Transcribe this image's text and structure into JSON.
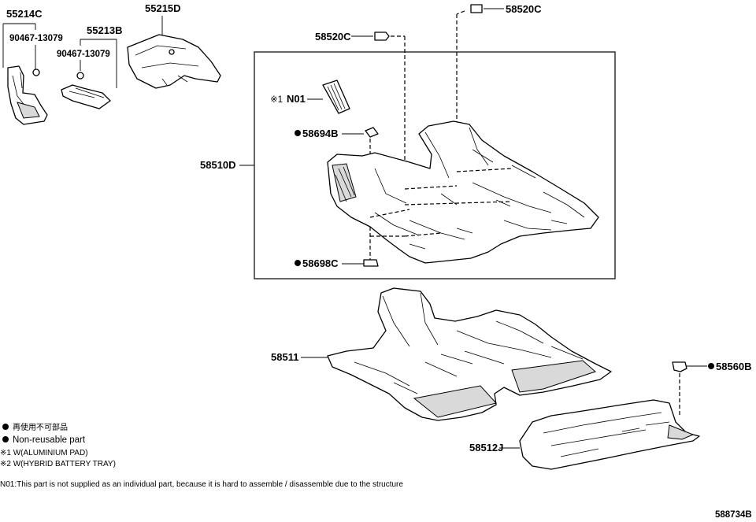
{
  "callouts": {
    "p55214C": "55214C",
    "p90467_a": "90467-13079",
    "p55213B": "55213B",
    "p90467_b": "90467-13079",
    "p55215D": "55215D",
    "p58520C_top": "58520C",
    "p58520C_mid": "58520C",
    "n01": "N01",
    "n01_prefix": "※1",
    "p58694B": "58694B",
    "p58510D": "58510D",
    "p58698C": "58698C",
    "p58511": "58511",
    "p58560B": "58560B",
    "p58512J": "58512J"
  },
  "legend": {
    "jp_nonreusable": "再使用不可部品",
    "en_nonreusable": "Non-reusable part",
    "note1": "※1 W(ALUMINIUM PAD)",
    "note2": "※2 W(HYBRID BATTERY TRAY)"
  },
  "footnote": "N01:This part is not supplied as an individual part, because it is hard to assemble / disassemble due to the structure",
  "diagram_id": "588734B"
}
